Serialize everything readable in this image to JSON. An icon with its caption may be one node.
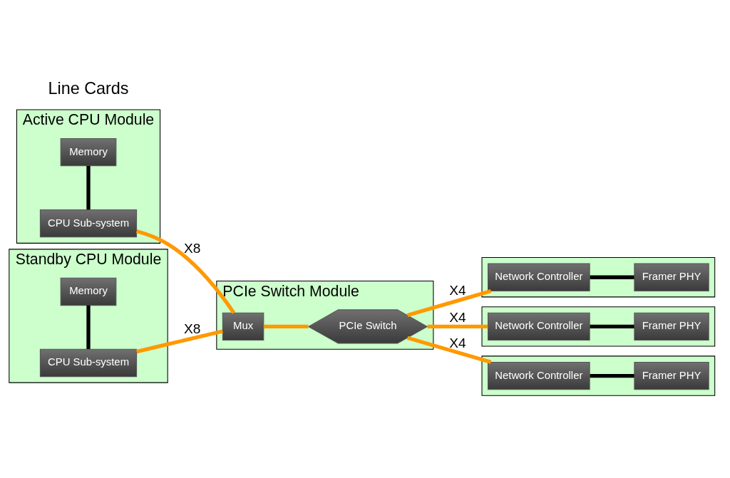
{
  "diagram": {
    "nodes": [
      {
        "text": [
          "Active CPU Module"
        ]
      },
      {
        "text": [
          "CPU Sub-system"
        ],
        "in": 0
      },
      {
        "text": [
          "Memory"
        ],
        "in": 0
      },
      {
        "text": [
          "Standby CPU Module"
        ]
      },
      {
        "text": [
          "CPU Sub-system"
        ],
        "in": 3
      },
      {
        "text": [
          "Memory"
        ],
        "in": 3
      },
      {
        "text": [
          "PCIe Switch Module"
        ]
      },
      {
        "text": [
          "Mux"
        ],
        "in": 6
      },
      {
        "text": [
          "PCIe Switch"
        ],
        "in": 6
      },
      {
        "text": [],
        "shape": "box"
      },
      {
        "text": [
          "Network Controller"
        ],
        "in": 9
      },
      {
        "text": [
          "Framer PHY"
        ],
        "in": 9
      },
      {
        "text": [],
        "shape": "box"
      },
      {
        "text": [
          "Network Controller"
        ],
        "in": 12
      },
      {
        "text": [
          "Framer PHY"
        ],
        "in": 12
      },
      {
        "text": [],
        "shape": "box"
      },
      {
        "text": [
          "Network Controller"
        ],
        "in": 15
      },
      {
        "text": [
          "Framer PHY"
        ],
        "in": 15
      }
    ],
    "edges": [
      {
        "from": 1,
        "to": 2,
        "arrow": "none",
        "color": "#000000"
      },
      {
        "from": 1,
        "to": 7,
        "arrow": "none",
        "label": "X8"
      },
      {
        "from": 4,
        "to": 5,
        "arrow": "none",
        "color": "#000000"
      },
      {
        "from": 4,
        "to": 7,
        "arrow": "none",
        "label": "X8"
      },
      {
        "from": 7,
        "to": 8,
        "arrow": "none"
      },
      {
        "from": 8,
        "to": 10,
        "arrow": "none",
        "label": "X4"
      },
      {
        "from": 10,
        "to": 11,
        "arrow": "none",
        "color": "#000000"
      },
      {
        "from": 8,
        "to": 13,
        "arrow": "none",
        "label": "X4"
      },
      {
        "from": 13,
        "to": 14,
        "arrow": "none",
        "color": "#000000"
      },
      {
        "from": 8,
        "to": 16,
        "arrow": "none",
        "label": "X4"
      },
      {
        "from": 16,
        "to": 17,
        "arrow": "none",
        "color": "#000000"
      }
    ],
    "labels": [
      "Line Cards"
    ]
  }
}
